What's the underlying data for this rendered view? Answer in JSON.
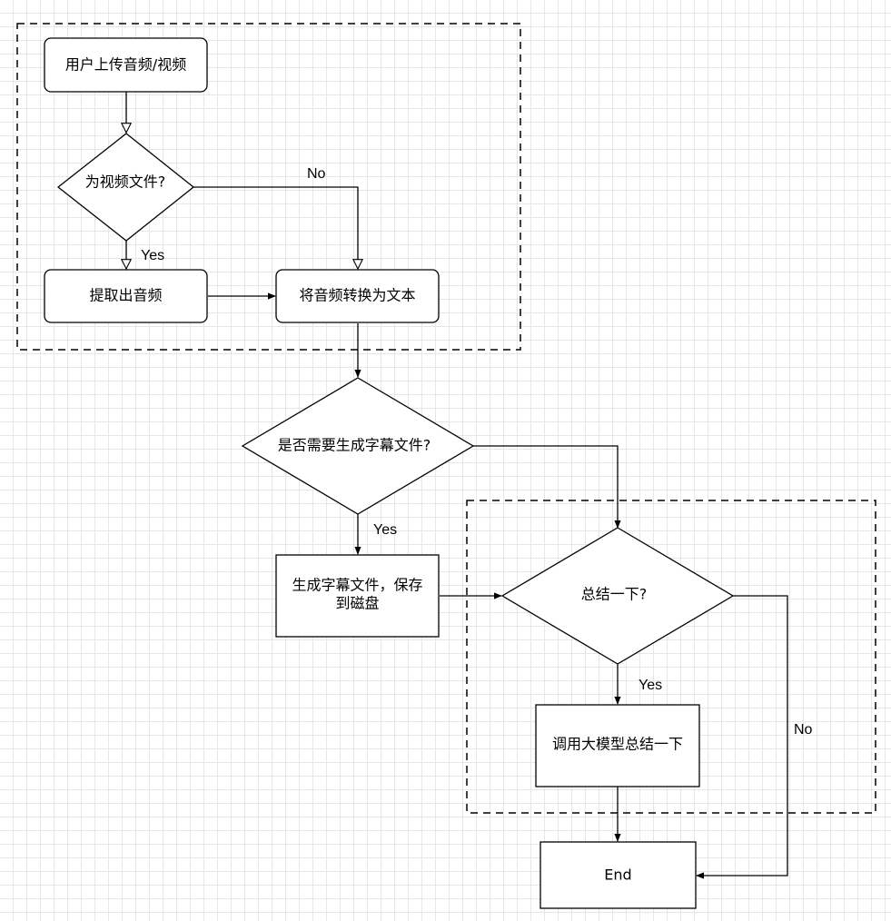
{
  "nodes": {
    "upload": "用户上传音频/视频",
    "is_video": "为视频文件?",
    "extract_audio": "提取出音频",
    "transcribe": "将音频转换为文本",
    "need_subtitle": "是否需要生成字幕文件?",
    "gen_subtitle_line1": "生成字幕文件，保存",
    "gen_subtitle_line2": "到磁盘",
    "summarize_q": "总结一下?",
    "call_llm": "调用大模型总结一下",
    "end": "End"
  },
  "edges": {
    "is_video_no": "No",
    "is_video_yes": "Yes",
    "need_subtitle_yes": "Yes",
    "summarize_yes": "Yes",
    "summarize_no": "No"
  },
  "colors": {
    "stroke": "#000000",
    "fill": "#ffffff",
    "grid": "#e6e6e6"
  }
}
